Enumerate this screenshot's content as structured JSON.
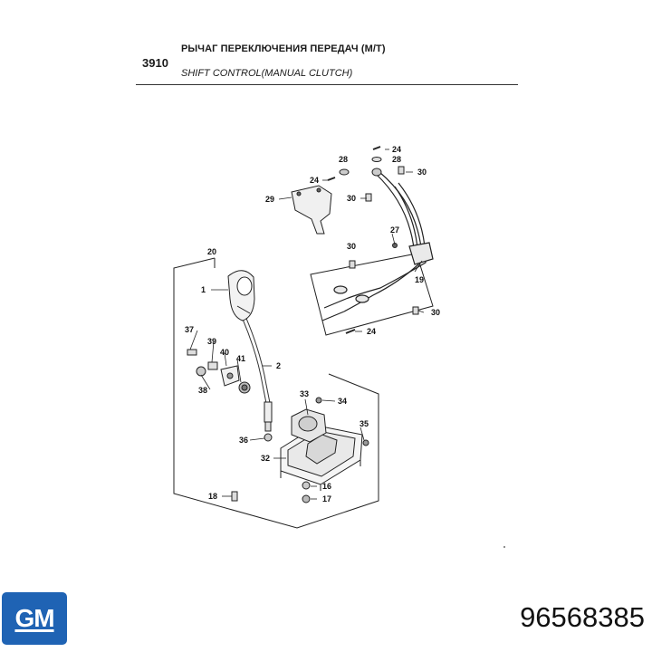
{
  "header": {
    "code": "3910",
    "title_ru": "РЫЧАГ ПЕРЕКЛЮЧЕНИЯ ПЕРЕДАЧ (М/Т)",
    "title_en": "SHIFT CONTROL(MANUAL CLUTCH)"
  },
  "callouts": {
    "c1": "1",
    "c2": "2",
    "c16": "16",
    "c17": "17",
    "c18": "18",
    "c19": "19",
    "c20": "20",
    "c24a": "24",
    "c28a": "28",
    "c28b": "28",
    "c24b": "24",
    "c30a": "30",
    "c29": "29",
    "c30b": "30",
    "c27": "27",
    "c30c": "30",
    "c30d": "30",
    "c24c": "24",
    "c32": "32",
    "c33": "33",
    "c34": "34",
    "c35": "35",
    "c36": "36",
    "c37": "37",
    "c38": "38",
    "c39": "39",
    "c40": "40",
    "c41": "41"
  },
  "brand": {
    "logo": "GM",
    "color": "#1f63b4"
  },
  "part_number": "96568385"
}
